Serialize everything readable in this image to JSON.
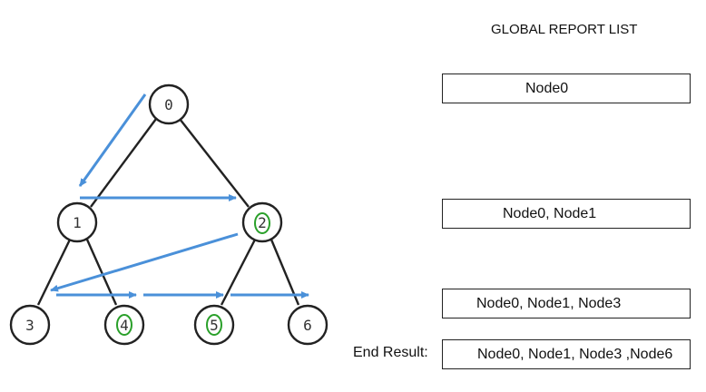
{
  "report": {
    "title": "GLOBAL REPORT LIST",
    "lists": [
      "Node0",
      "Node0, Node1",
      "Node0, Node1, Node3",
      "Node0, Node1, Node3 ,Node6"
    ],
    "end_label": "End Result:"
  },
  "tree": {
    "nodes": [
      {
        "id": "0",
        "highlighted": false
      },
      {
        "id": "1",
        "highlighted": false
      },
      {
        "id": "2",
        "highlighted": true
      },
      {
        "id": "3",
        "highlighted": false
      },
      {
        "id": "4",
        "highlighted": true
      },
      {
        "id": "5",
        "highlighted": true
      },
      {
        "id": "6",
        "highlighted": false
      }
    ]
  },
  "colors": {
    "arrow": "#4a90d9",
    "edge": "#222222",
    "highlight_ring": "#2aa02a"
  }
}
